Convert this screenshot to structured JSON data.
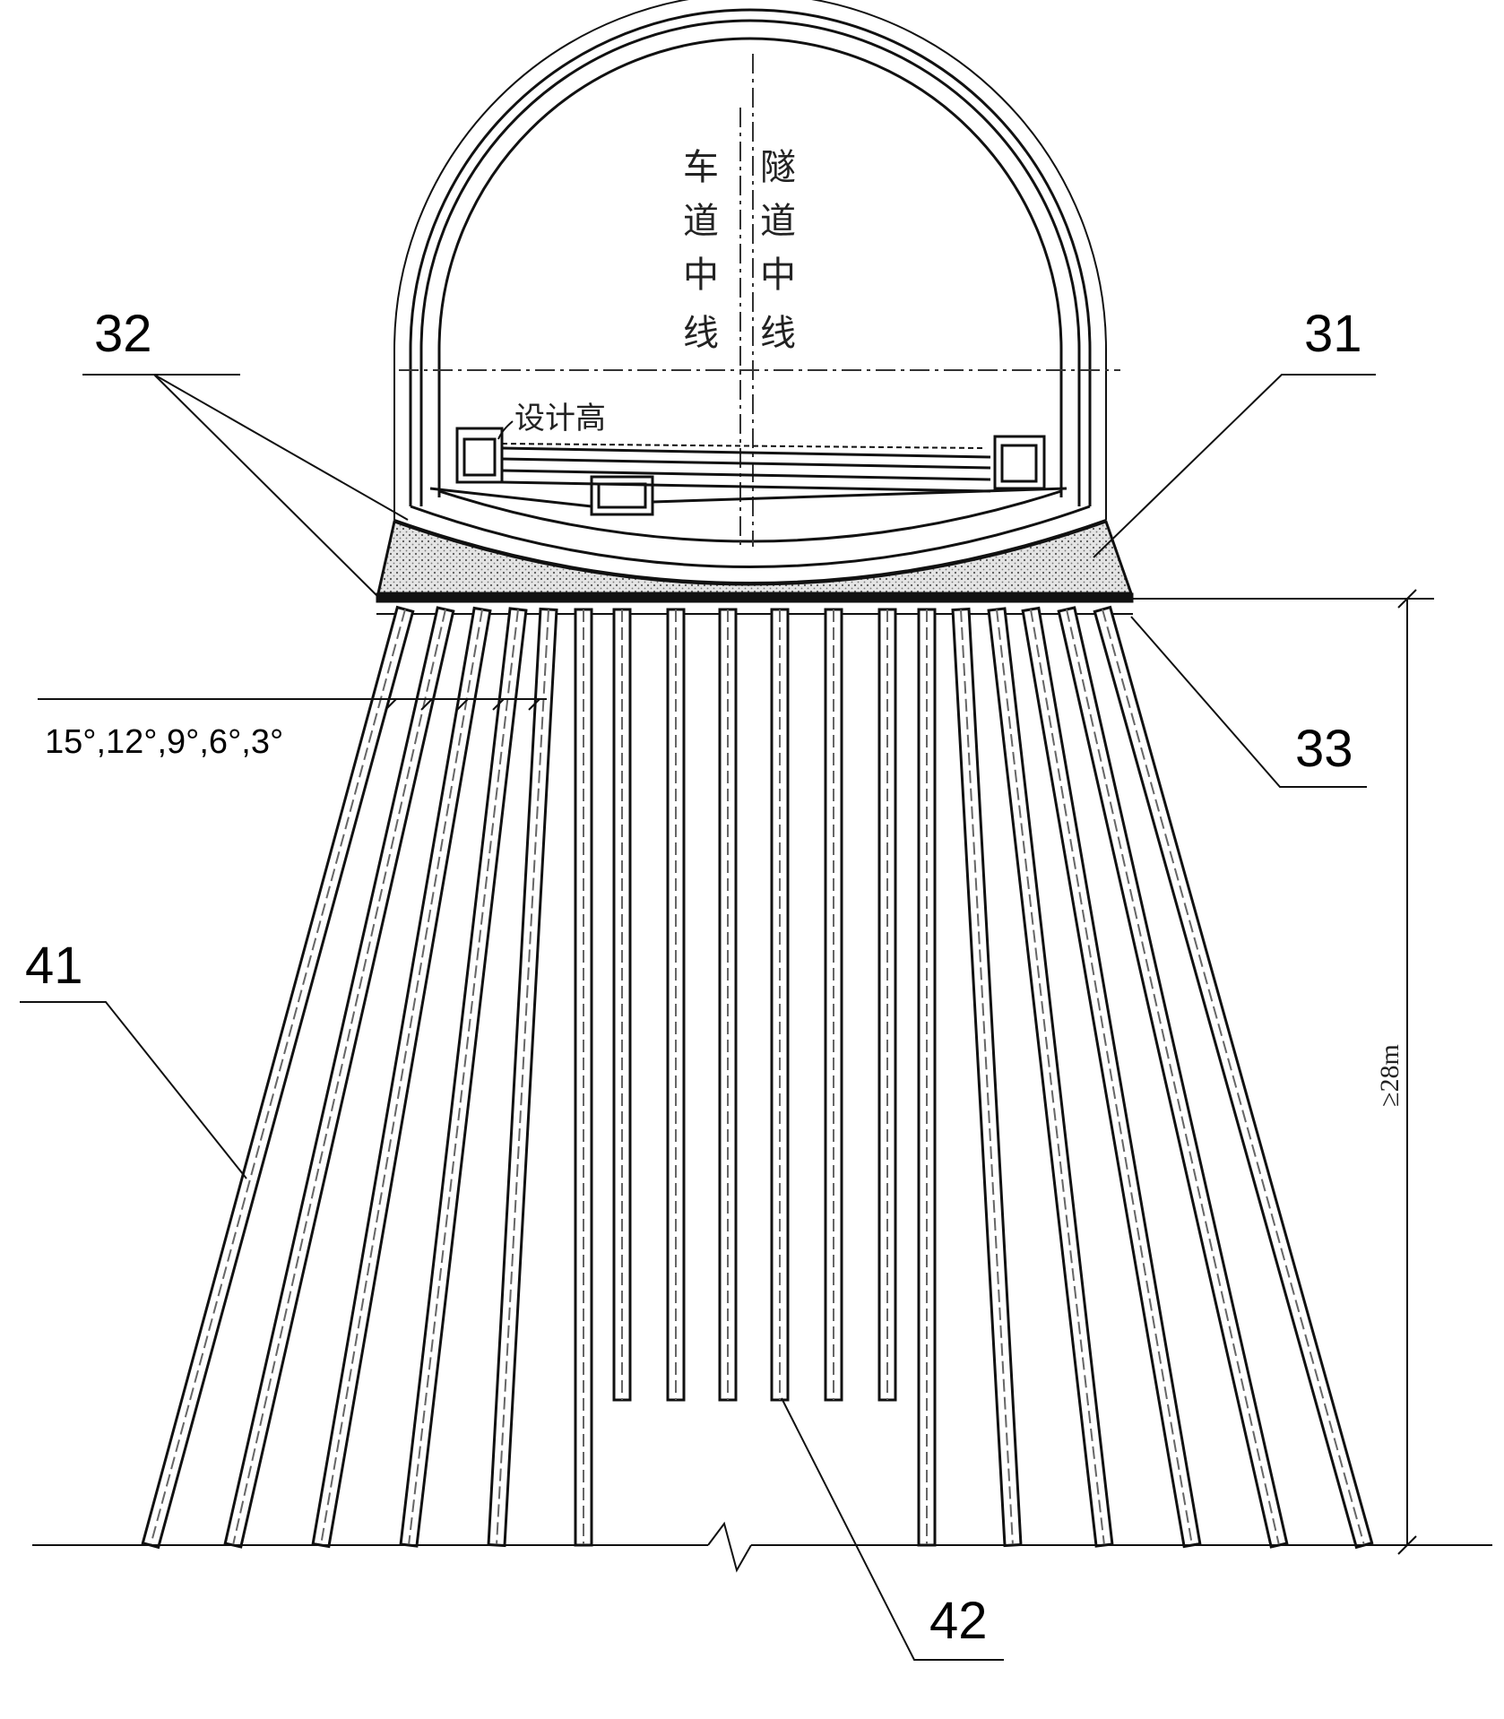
{
  "labels": {
    "ref_31": "31",
    "ref_32": "32",
    "ref_33": "33",
    "ref_41": "41",
    "ref_42": "42"
  },
  "annotations": {
    "lane_centerline": [
      "车",
      "道",
      "中",
      "线"
    ],
    "tunnel_centerline": [
      "隧",
      "道",
      "中",
      "线"
    ],
    "design_elevation": "设计高",
    "angles": "15°,12°,9°,6°,3°",
    "depth": "≥28m"
  },
  "colors": {
    "line": "#111111",
    "fill_block": "#d9d9d9"
  }
}
